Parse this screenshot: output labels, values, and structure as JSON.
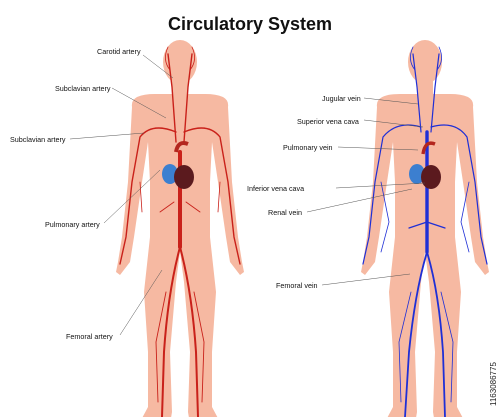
{
  "title": "Circulatory System",
  "colors": {
    "skin": "#f6b9a2",
    "artery": "#c9211a",
    "vein": "#1f2fd6",
    "heart_red": "#b3261e",
    "heart_blue": "#3c7fd0",
    "leader": "#555555"
  },
  "left_figure": {
    "labels": {
      "carotid": "Carotid artery",
      "subclavian_1": "Subclavian artery",
      "subclavian_2": "Subclavian artery",
      "pulmonary": "Pulmonary artery",
      "femoral": "Femoral artery"
    }
  },
  "right_figure": {
    "labels": {
      "jugular": "Jugular vein",
      "svc": "Superior vena cava",
      "pulmonary": "Pulmonary vein",
      "ivc": "Inferior vena cava",
      "renal": "Renal vein",
      "femoral": "Femoral vein"
    }
  },
  "watermark_id": "1163086775"
}
